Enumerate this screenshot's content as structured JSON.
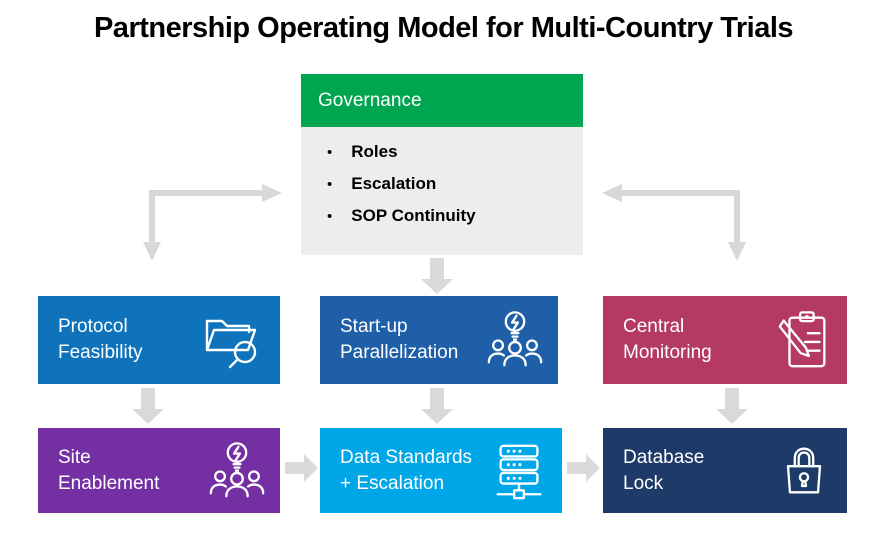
{
  "title": "Partnership Operating Model for Multi-Country Trials",
  "governance": {
    "label": "Governance",
    "bullets": [
      "Roles",
      "Escalation",
      "SOP Continuity"
    ],
    "bullet_char": "•",
    "header_color": "#00A64F",
    "body_color": "#EDEDED"
  },
  "boxes": [
    {
      "label": "Protocol Feasibility",
      "line1": "Protocol",
      "line2": "Feasibility",
      "icon": "folder-search-icon",
      "color": "#0F73BC"
    },
    {
      "label": "Start-up Parallelization",
      "line1": "Start-up",
      "line2": "Parallelization",
      "icon": "team-idea-icon",
      "color": "#1E5FA8"
    },
    {
      "label": "Central Monitoring",
      "line1": "Central",
      "line2": "Monitoring",
      "icon": "clipboard-pencil-icon",
      "color": "#B53A63"
    },
    {
      "label": "Site Enablement",
      "line1": "Site",
      "line2": "Enablement",
      "icon": "team-idea-icon",
      "color": "#7430A3"
    },
    {
      "label": "Data Standards + Escalation",
      "line1": "Data Standards",
      "line2": "+ Escalation",
      "icon": "server-icon",
      "color": "#00A7E8"
    },
    {
      "label": "Database Lock",
      "line1": "Database",
      "line2": "Lock",
      "icon": "padlock-icon",
      "color": "#1D3A68"
    }
  ],
  "connections": [
    "governance-to-protocol-feasibility",
    "governance-to-central-monitoring",
    "governance-to-startup-parallelization",
    "protocol-feasibility-to-site-enablement",
    "startup-parallelization-to-data-standards",
    "central-monitoring-to-database-lock",
    "site-enablement-to-data-standards",
    "data-standards-to-database-lock"
  ],
  "colors": {
    "arrow": "#D9D9D9",
    "title_text": "#000000",
    "box_text": "#FFFFFF",
    "bullet_text": "#000000"
  }
}
